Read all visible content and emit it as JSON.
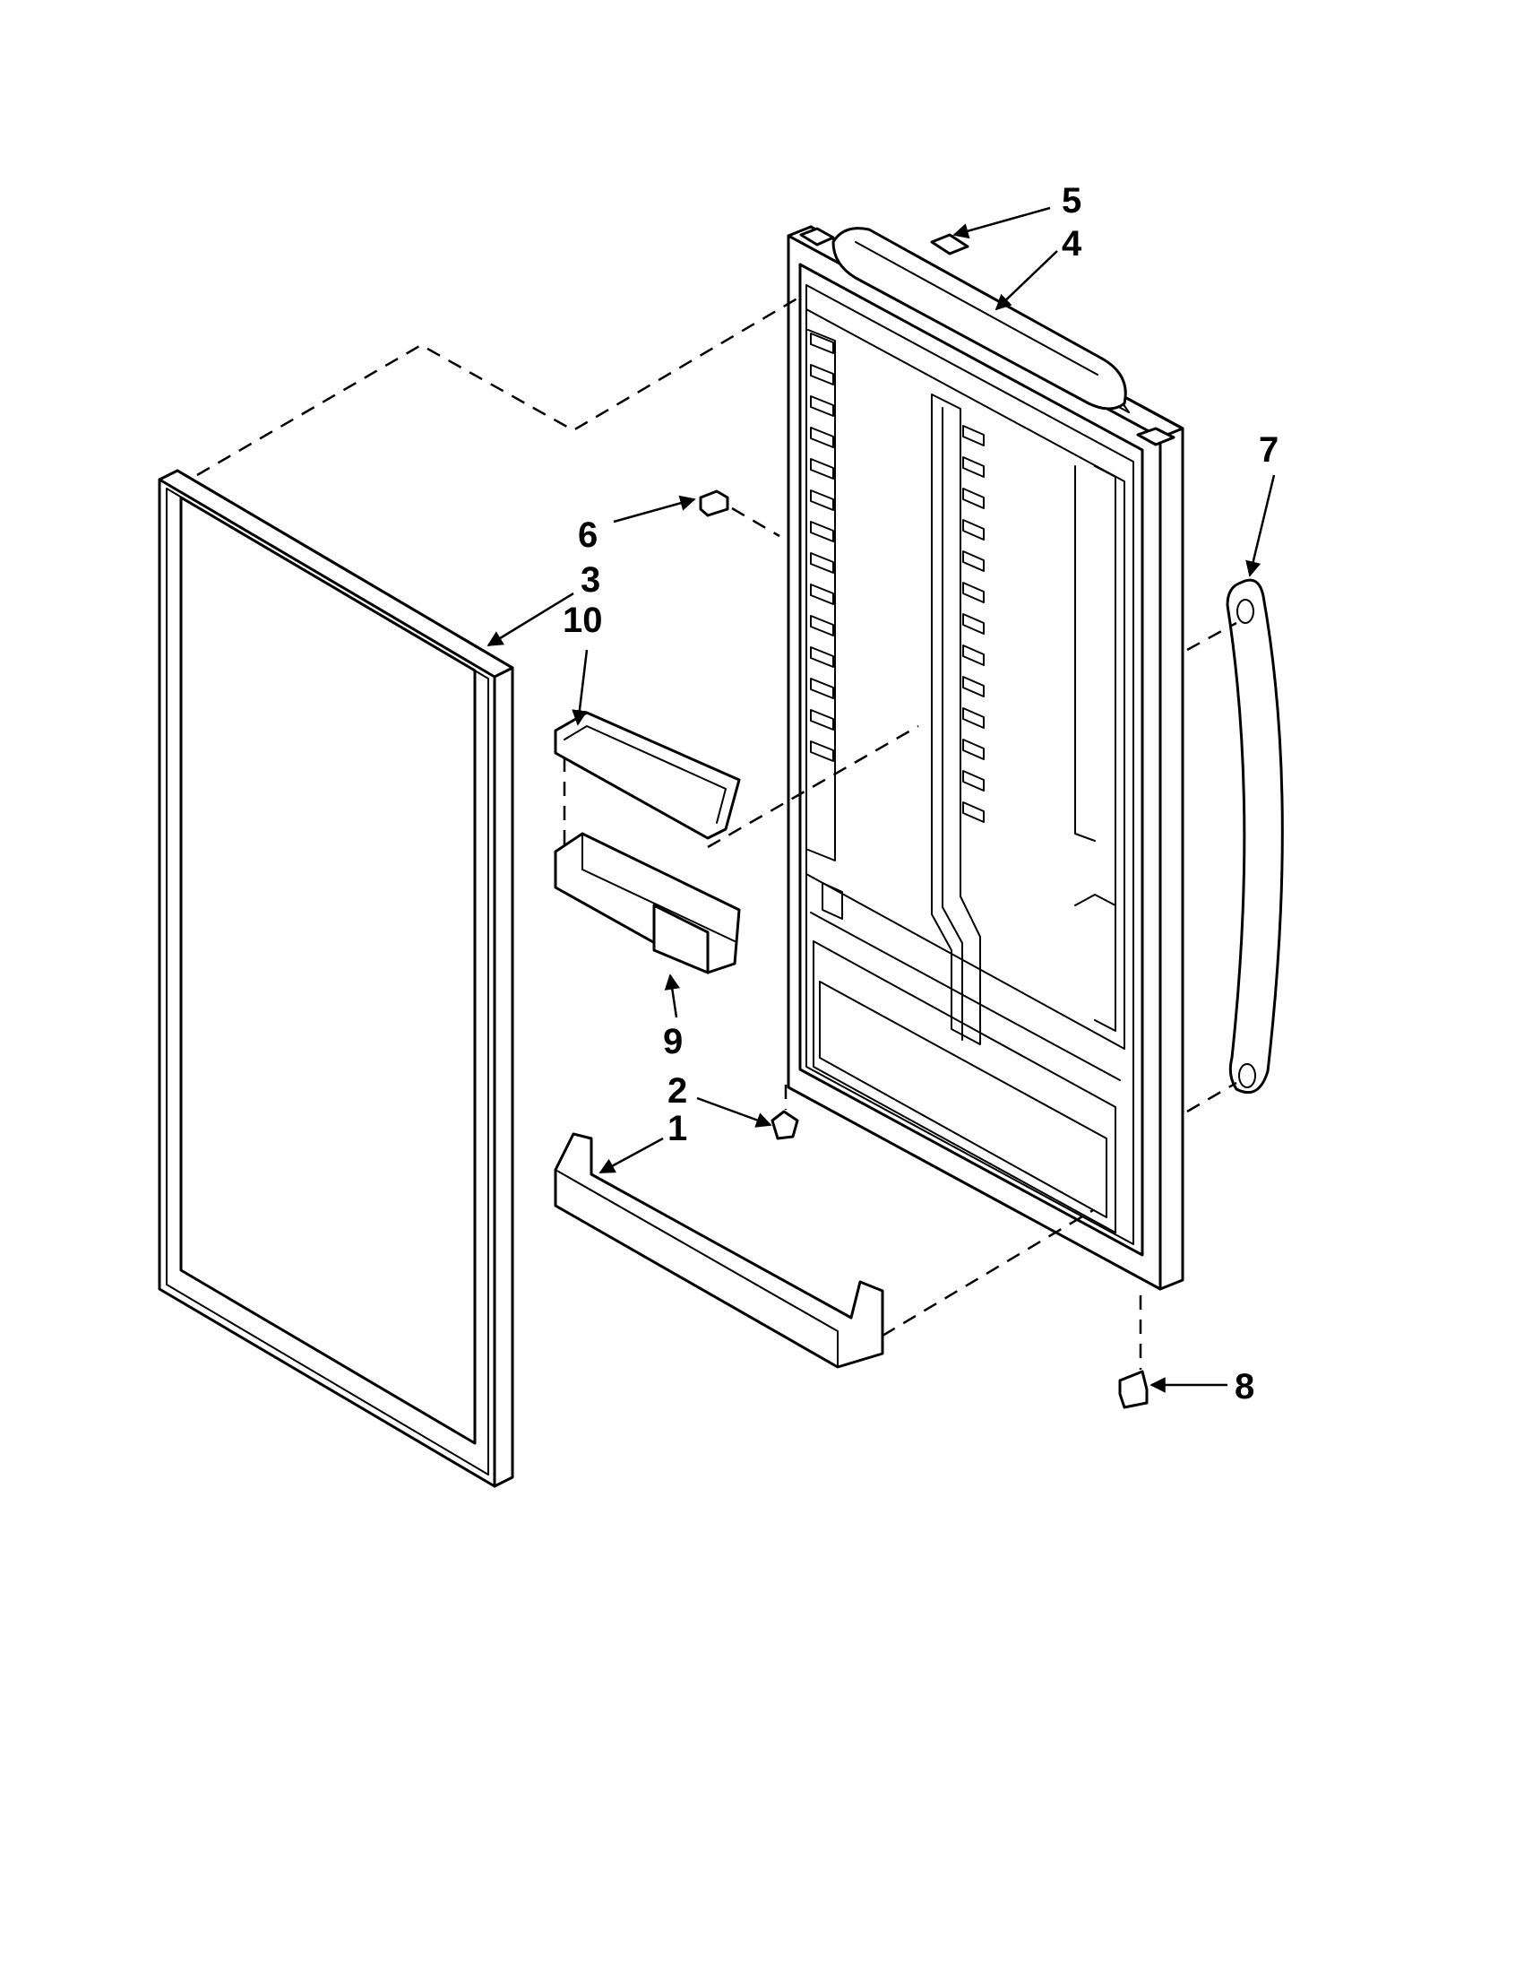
{
  "callouts": [
    "1",
    "2",
    "3",
    "4",
    "5",
    "6",
    "7",
    "8",
    "9",
    "10"
  ],
  "colors": {
    "line": "#000000",
    "background": "#ffffff"
  }
}
